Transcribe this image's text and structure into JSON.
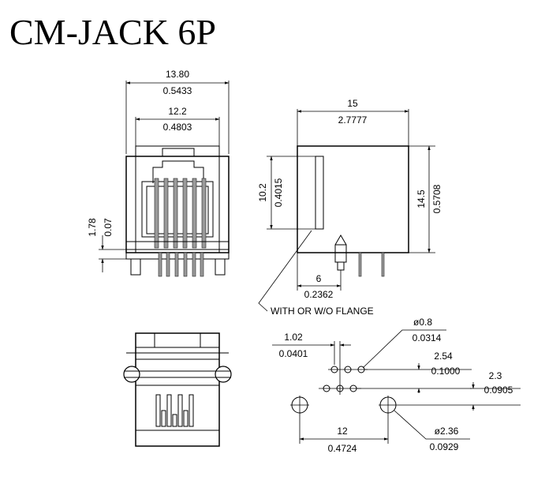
{
  "title": "CM-JACK 6P",
  "front_view": {
    "overall_width_mm": "13.80",
    "overall_width_in": "0.5433",
    "inner_width_mm": "12.2",
    "inner_width_in": "0.4803",
    "standoff_mm": "1.78",
    "standoff_in": "0.07"
  },
  "side_view": {
    "depth_mm": "15",
    "depth_in": "2.7777",
    "flange_height_mm": "10.2",
    "flange_height_in": "0.4015",
    "height_mm": "14.5",
    "height_in": "0.5708",
    "pin_offset_mm": "6",
    "pin_offset_in": "0.2362",
    "flange_note": "WITH OR W/O FLANGE"
  },
  "pcb_layout": {
    "pin_spacing_mm": "1.02",
    "pin_spacing_in": "0.0401",
    "pin_hole_dia_mm": "ø0.8",
    "pin_hole_dia_in": "0.0314",
    "row_offset_mm": "2.54",
    "row_offset_in": "0.1000",
    "post_offset_mm": "2.3",
    "post_offset_in": "0.0905",
    "post_spacing_mm": "12",
    "post_spacing_in": "0.4724",
    "post_hole_dia_mm": "ø2.36",
    "post_hole_dia_in": "0.0929"
  }
}
